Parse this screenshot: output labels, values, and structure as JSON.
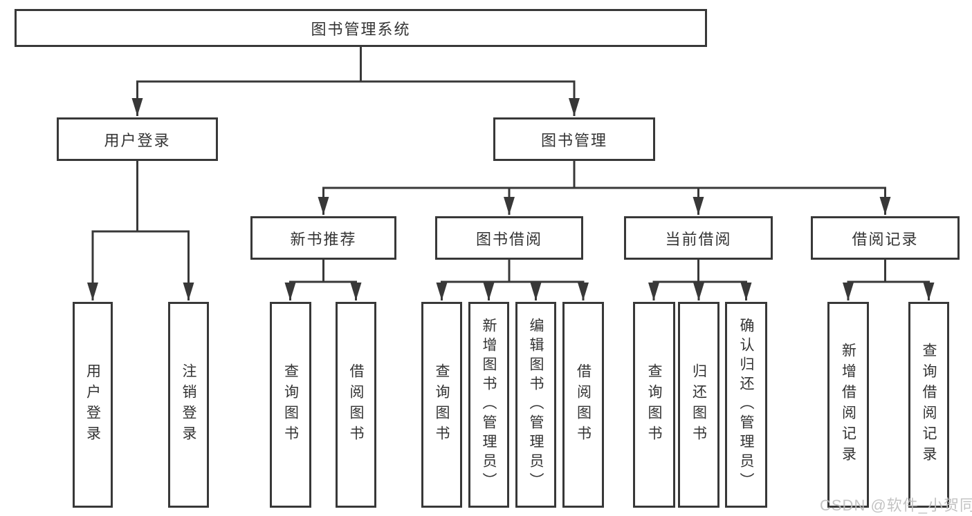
{
  "diagram": {
    "root": {
      "label": "图书管理系统"
    },
    "branches": [
      {
        "label": "用户登录",
        "children": [
          {
            "label": "用户登录"
          },
          {
            "label": "注销登录"
          }
        ]
      },
      {
        "label": "图书管理",
        "children": [
          {
            "label": "新书推荐",
            "children": [
              {
                "label": "查询图书"
              },
              {
                "label": "借阅图书"
              }
            ]
          },
          {
            "label": "图书借阅",
            "children": [
              {
                "label": "查询图书"
              },
              {
                "label": "新增图书（管理员）"
              },
              {
                "label": "编辑图书（管理员）"
              },
              {
                "label": "借阅图书"
              }
            ]
          },
          {
            "label": "当前借阅",
            "children": [
              {
                "label": "查询图书"
              },
              {
                "label": "归还图书"
              },
              {
                "label": "确认归还（管理员）"
              }
            ]
          },
          {
            "label": "借阅记录",
            "children": [
              {
                "label": "新增借阅记录"
              },
              {
                "label": "查询借阅记录"
              }
            ]
          }
        ]
      }
    ]
  },
  "watermark": {
    "text": "CSDN @软件_小贺同学"
  },
  "colors": {
    "line": "#383838",
    "node_border": "#383838",
    "node_text": "#333333",
    "background": "#ffffff",
    "watermark": "#bdbdbd"
  }
}
